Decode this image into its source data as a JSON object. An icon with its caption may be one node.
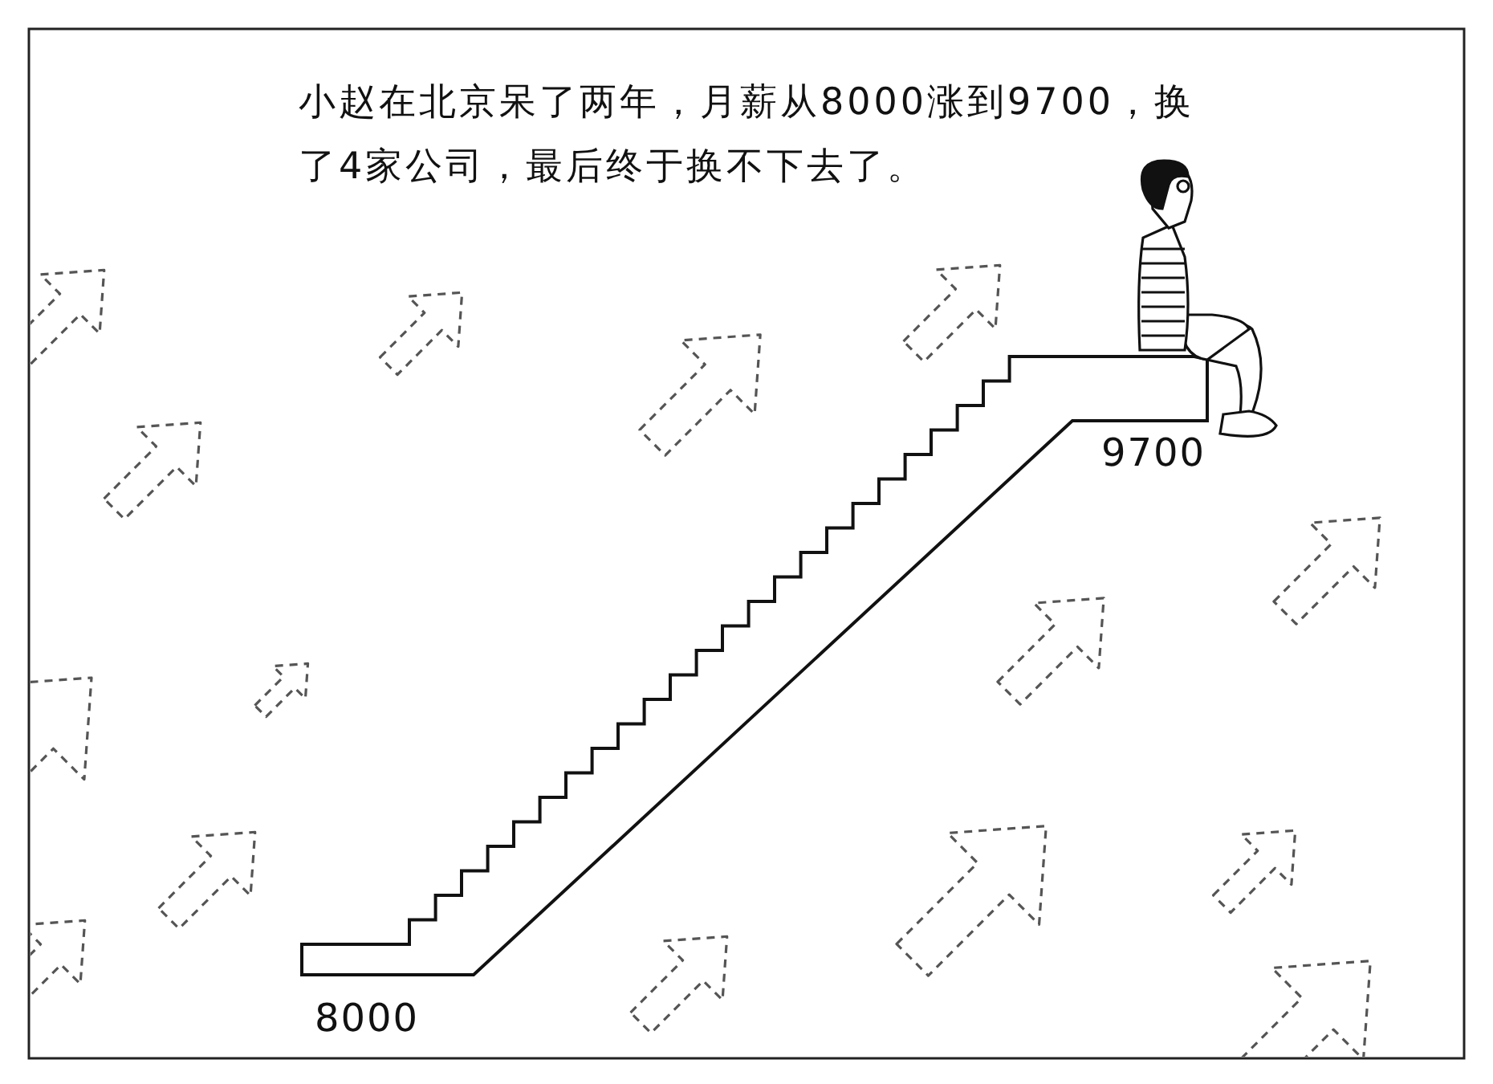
{
  "diagram": {
    "title": "小赵在北京呆了两年，月薪从8000涨到9700，换了4家公司，最后终于换不下去了。",
    "labels": [
      "9700",
      "8000"
    ]
  }
}
